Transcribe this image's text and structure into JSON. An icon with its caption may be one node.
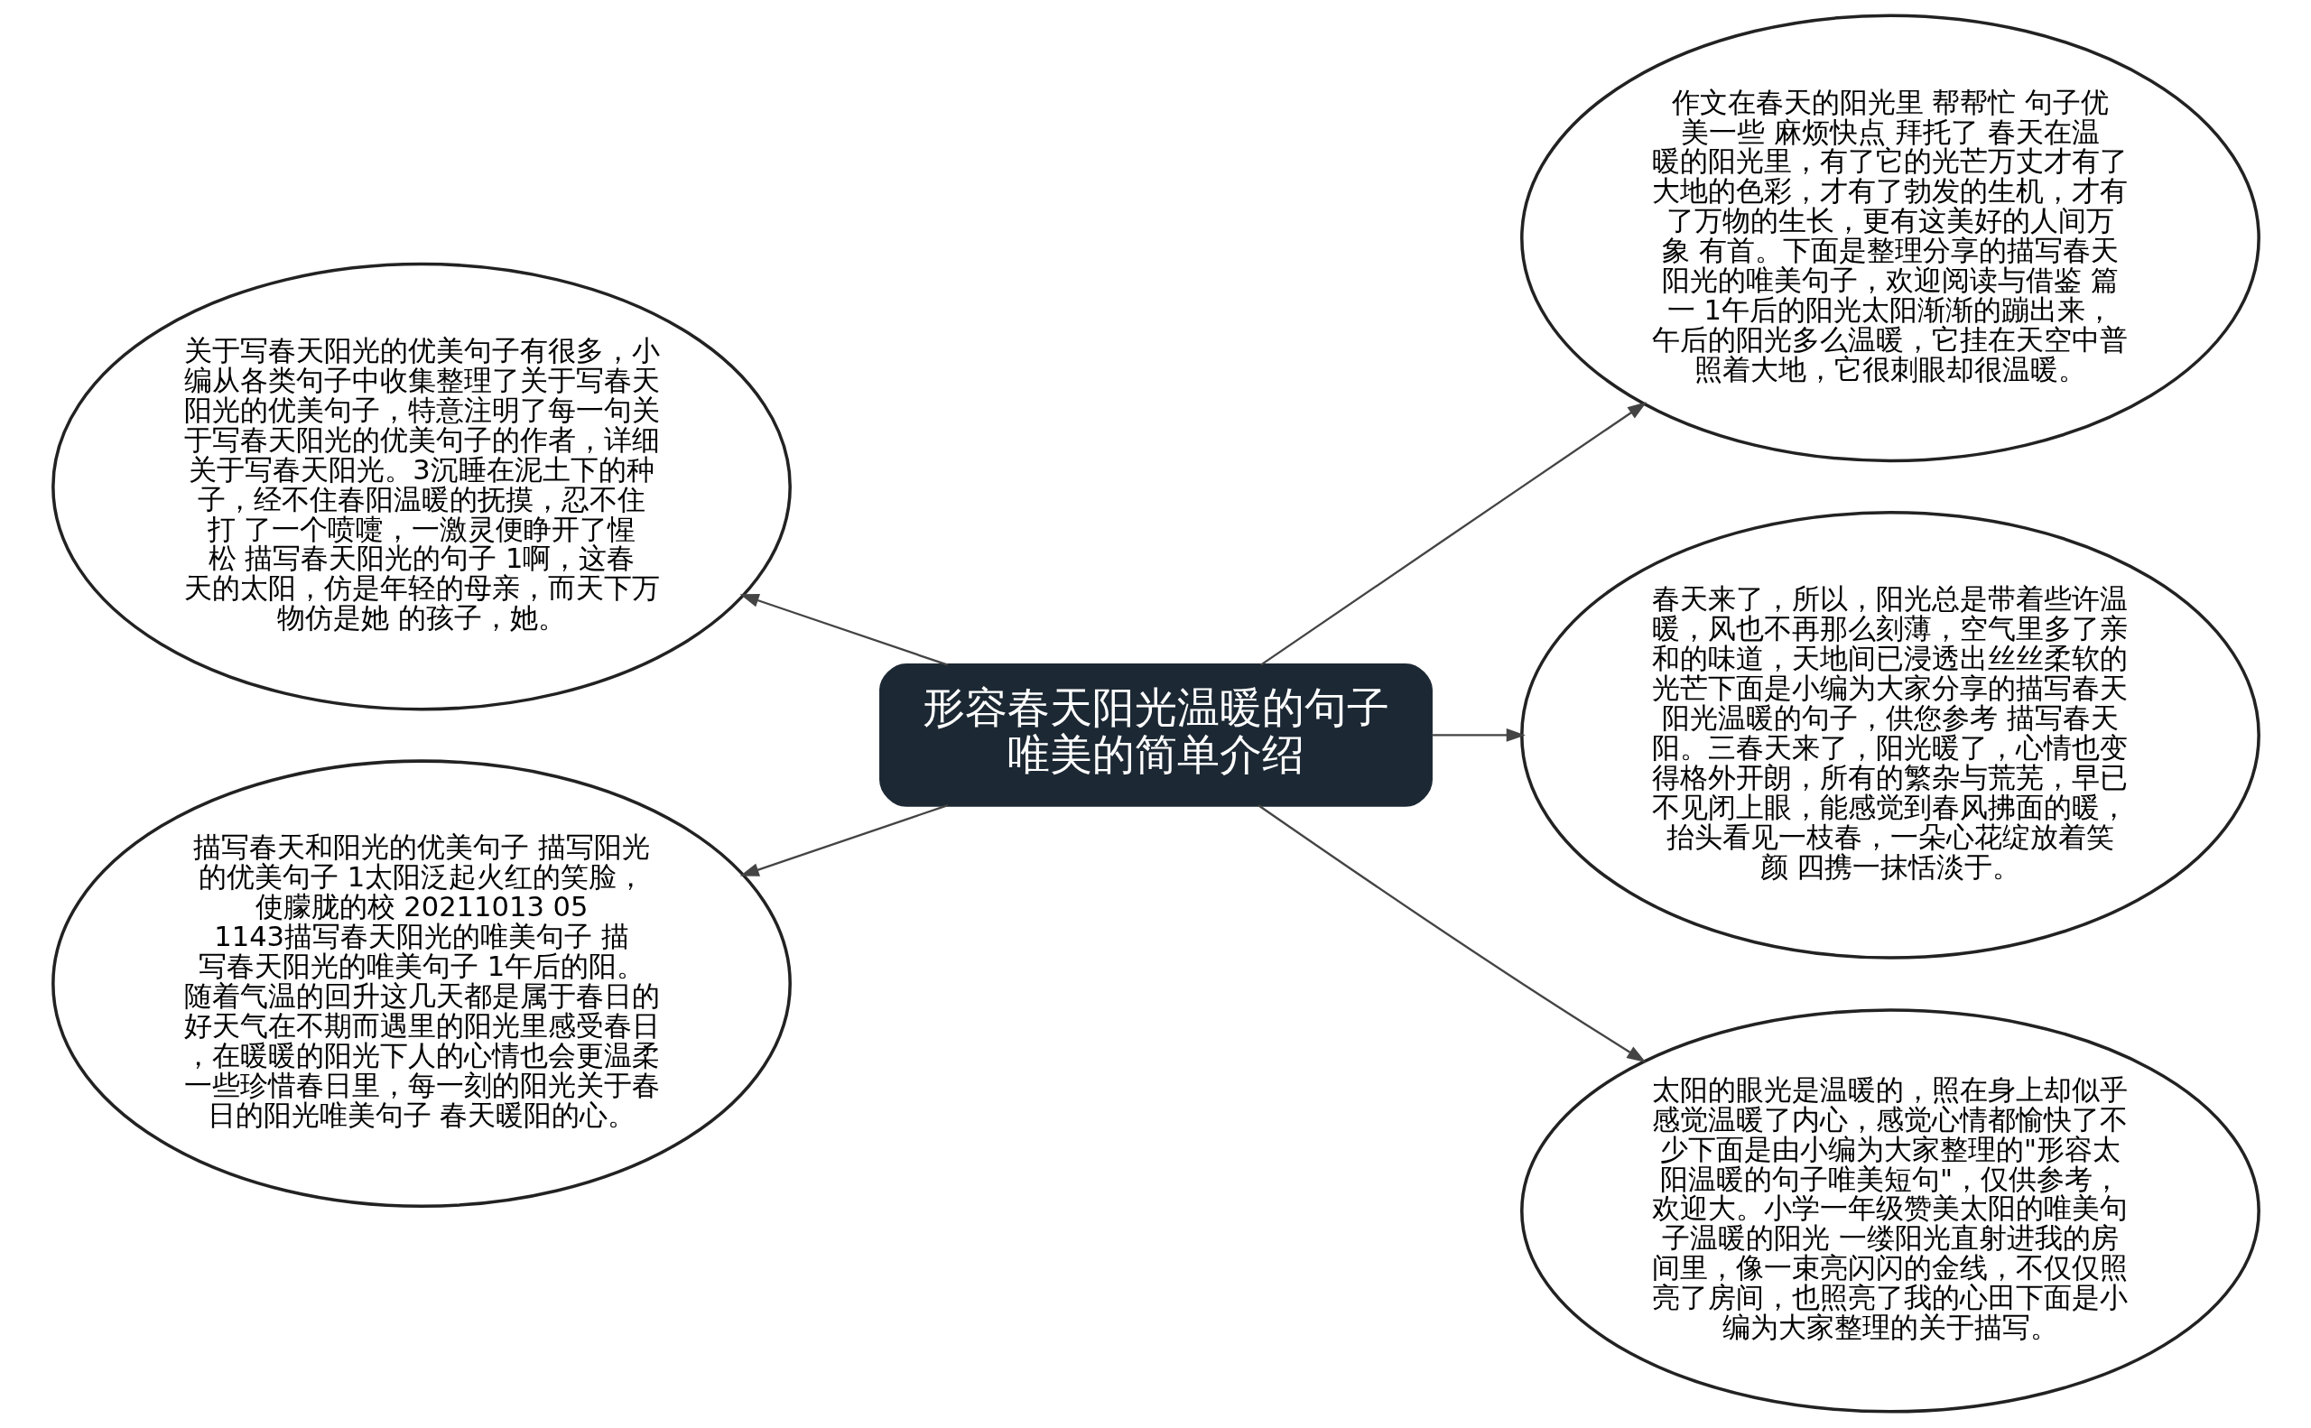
{
  "diagram": {
    "nodes": [
      {
        "text": [
          "形容春天阳光温暖的句子唯美的简单介绍"
        ]
      },
      {
        "text": [
          "关于写春天阳光的优美句子有很多，小编从各类句子中收集整理了关于写春天阳光的优美句子，特意注明了每一句关于写春天阳光的优美句子的作者，详细关于写春天阳光。3沉睡在泥土下的种子，经不住春阳温暖的抚摸，忍不住打 了一个喷嚏，一激灵便睁开了惺松 描写春天阳光的句子 1啊，这春天的太阳，仿是年轻的母亲，而天下万物仿是她 的孩子，她。"
        ]
      },
      {
        "text": [
          "描写春天和阳光的优美句子 描写阳光的优美句子 1太阳泛起火红的笑脸，使朦胧的校 20211013 051143描写春天阳光的唯美句子 描写春天阳光的唯美句子 1午后的阳。随着气温的回升这几天都是属于春日的好天气在不期而遇里的阳光里感受春日，在暖暖的阳光下人的心情也会更温柔一些珍惜春日里，每一刻的阳光关于春日的阳光唯美句子 春天暖阳的心。"
        ]
      },
      {
        "text": [
          "作文在春天的阳光里 帮帮忙 句子优美一些 麻烦快点 拜托了 春天在温暖的阳光里，有了它的光芒万丈才有了大地的色彩，才有了勃发的生机，才有了万物的生长，更有这美好的人间万象 有首。下面是整理分享的描写春天阳光的唯美句子，欢迎阅读与借鉴 篇一 1午后的阳光太阳渐渐的蹦出来，午后的阳光多么温暖，它挂在天空中普照着大地，它很刺眼却很温暖。"
        ]
      },
      {
        "text": [
          "春天来了，所以，阳光总是带着些许温暖，风也不再那么刻薄，空气里多了亲和的味道，天地间已浸透出丝丝柔软的光芒下面是小编为大家分享的描写春天阳光温暖的句子，供您参考 描写春天阳。三春天来了，阳光暖了，心情也变得格外开朗，所有的繁杂与荒芜，早已不见闭上眼，能感觉到春风拂面的暖，抬头看见一枝春，一朵心花绽放着笑颜 四携一抹恬淡于。"
        ]
      },
      {
        "text": [
          "太阳的眼光是温暖的，照在身上却似乎感觉温暖了内心，感觉心情都愉快了不少下面是由小编为大家整理的\"形容太阳温暖的句子唯美短句\"，仅供参考，欢迎大。小学一年级赞美太阳的唯美句子温暖的阳光 一缕阳光直射进我的房间里，像一束亮闪闪的金线，不仅仅照亮了房间，也照亮了我的心田下面是小编为大家整理的关于描写。"
        ]
      }
    ],
    "edges": [
      {
        "from": 0,
        "to": 1,
        "arrow": "to"
      },
      {
        "from": 0,
        "to": 2,
        "arrow": "to"
      },
      {
        "from": 0,
        "to": 3,
        "arrow": "to"
      },
      {
        "from": 0,
        "to": 4,
        "arrow": "to"
      },
      {
        "from": 0,
        "to": 5,
        "arrow": "to"
      }
    ]
  }
}
